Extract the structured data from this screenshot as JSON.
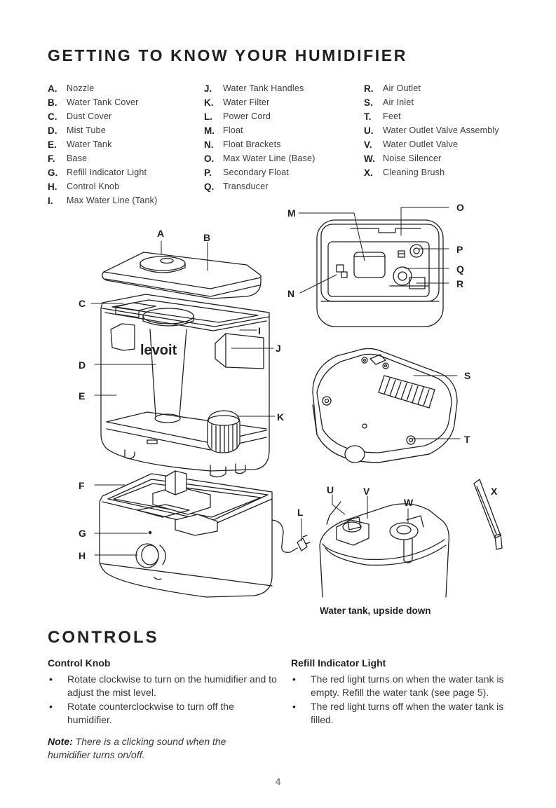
{
  "title": "GETTING TO KNOW YOUR HUMIDIFIER",
  "parts": {
    "col1": [
      {
        "letter": "A.",
        "name": "Nozzle"
      },
      {
        "letter": "B.",
        "name": "Water Tank Cover"
      },
      {
        "letter": "C.",
        "name": "Dust Cover"
      },
      {
        "letter": "D.",
        "name": "Mist Tube"
      },
      {
        "letter": "E.",
        "name": "Water Tank"
      },
      {
        "letter": "F.",
        "name": "Base"
      },
      {
        "letter": "G.",
        "name": "Refill Indicator Light"
      },
      {
        "letter": "H.",
        "name": "Control Knob"
      },
      {
        "letter": "I.",
        "name": "Max Water Line (Tank)"
      }
    ],
    "col2": [
      {
        "letter": "J.",
        "name": "Water Tank Handles"
      },
      {
        "letter": "K.",
        "name": "Water Filter"
      },
      {
        "letter": "L.",
        "name": "Power Cord"
      },
      {
        "letter": "M.",
        "name": "Float"
      },
      {
        "letter": "N.",
        "name": "Float Brackets"
      },
      {
        "letter": "O.",
        "name": "Max Water Line (Base)"
      },
      {
        "letter": "P.",
        "name": "Secondary Float"
      },
      {
        "letter": "Q.",
        "name": "Transducer"
      }
    ],
    "col3": [
      {
        "letter": "R.",
        "name": "Air Outlet"
      },
      {
        "letter": "S.",
        "name": "Air Inlet"
      },
      {
        "letter": "T.",
        "name": "Feet"
      },
      {
        "letter": "U.",
        "name": "Water Outlet Valve Assembly"
      },
      {
        "letter": "V.",
        "name": "Water Outlet Valve"
      },
      {
        "letter": "W.",
        "name": "Noise Silencer"
      },
      {
        "letter": "X.",
        "name": "Cleaning Brush"
      }
    ]
  },
  "diagram": {
    "brand": "levoit",
    "callouts": [
      "A",
      "B",
      "C",
      "D",
      "E",
      "F",
      "G",
      "H",
      "I",
      "J",
      "K",
      "L",
      "M",
      "N",
      "O",
      "P",
      "Q",
      "R",
      "S",
      "T",
      "U",
      "V",
      "W",
      "X"
    ]
  },
  "caption": "Water tank, upside down",
  "controls": {
    "title": "CONTROLS",
    "knob": {
      "heading": "Control Knob",
      "bullets": [
        "Rotate clockwise to turn on the humidifier and to adjust the mist level.",
        "Rotate counterclockwise to turn off the humidifier."
      ]
    },
    "refill": {
      "heading": "Refill Indicator Light",
      "bullets": [
        "The red light turns on when the water tank is empty. Refill the water tank (see page 5).",
        "The red light turns off when the water tank is filled."
      ]
    }
  },
  "note": {
    "label": "Note:",
    "text": " There is a clicking sound when the humidifier turns on/off."
  },
  "page_number": "4"
}
